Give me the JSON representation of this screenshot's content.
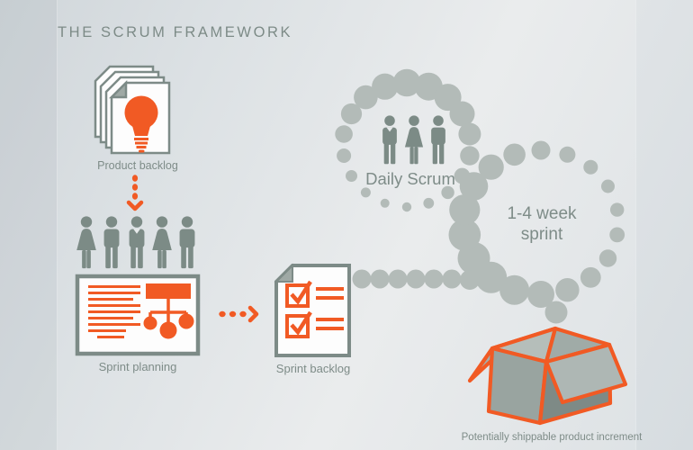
{
  "title": "THE SCRUM FRAMEWORK",
  "colors": {
    "orange": "#f15a24",
    "icon": "#7c8b86",
    "dots": "#b3bbb8",
    "label": "#7e8c88",
    "outline": "#7d8b87",
    "page_fill": "#fdfdfd",
    "fold_fill": "#9fa9a5"
  },
  "steps": {
    "product_backlog": {
      "label": "Product backlog"
    },
    "sprint_planning": {
      "label": "Sprint planning"
    },
    "sprint_backlog": {
      "label": "Sprint backlog"
    },
    "daily_scrum": {
      "label": "Daily Scrum"
    },
    "sprint_cycle": {
      "line1": "1-4 week",
      "line2": "sprint"
    },
    "increment": {
      "label": "Potentially shippable product increment"
    }
  }
}
